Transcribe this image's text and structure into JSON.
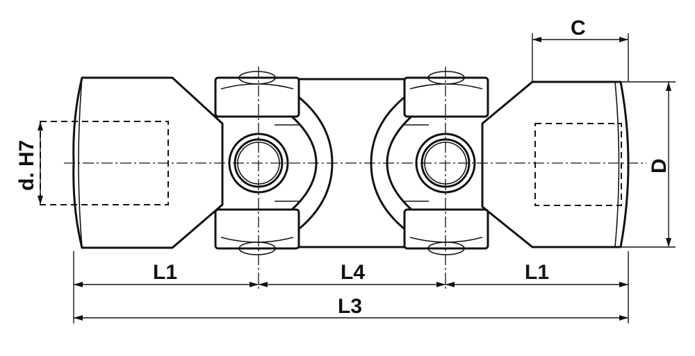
{
  "labels": {
    "bore": "d. H7",
    "outer_diameter": "D",
    "hub_depth": "C",
    "hub_length_left": "L1",
    "center_distance": "L4",
    "hub_length_right": "L1",
    "overall_length": "L3"
  }
}
